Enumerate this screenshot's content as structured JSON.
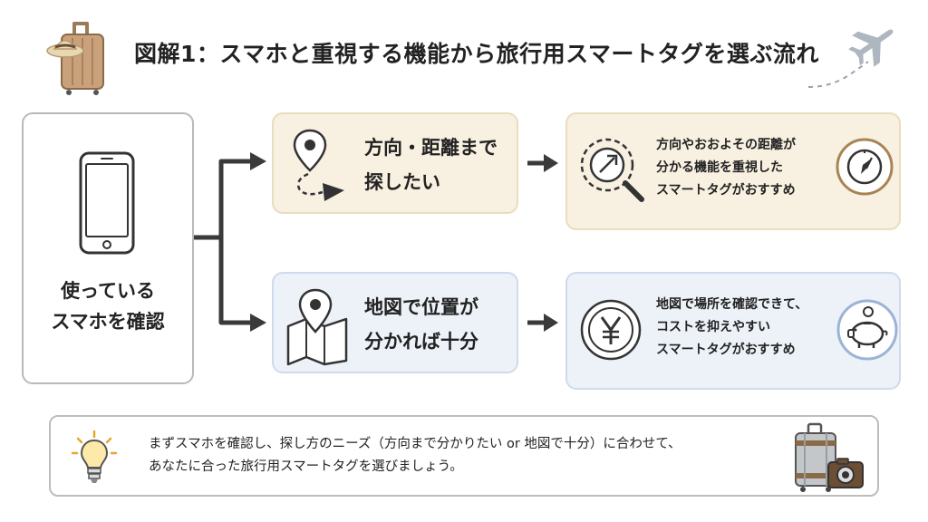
{
  "title": "図解1：スマホと重視する機能から旅行用スマートタグを選ぶ流れ",
  "start": {
    "line1": "使っている",
    "line2": "スマホを確認"
  },
  "needs": [
    {
      "line1": "方向・距離まで",
      "line2": "探したい"
    },
    {
      "line1": "地図で位置が",
      "line2": "分かれば十分"
    }
  ],
  "recommendations": [
    {
      "line1": "方向やおおよその距離が",
      "line2": "分かる機能を重視した",
      "line3": "スマートタグがおすすめ"
    },
    {
      "line1": "地図で場所を確認できて、",
      "line2": "コストを抑えやすい",
      "line3": "スマートタグがおすすめ"
    }
  ],
  "note": {
    "line1": "まずスマホを確認し、探し方のニーズ（方向まで分かりたい or 地図で十分）に合わせて、",
    "line2": "あなたに合った旅行用スマートタグを選びましょう。"
  },
  "icons": {
    "title_left": "suitcase-hat-icon",
    "title_right": "airplane-icon",
    "phone": "smartphone-icon",
    "need_1": "location-pin-arrow-icon",
    "need_2": "map-pin-icon",
    "rec_1": "magnifier-arrow-icon",
    "rec_1_badge": "compass-icon",
    "rec_2": "yen-coin-icon",
    "rec_2_badge": "piggy-bank-icon",
    "note_left": "lightbulb-icon",
    "note_right": "luggage-camera-icon"
  },
  "colors": {
    "warm_bg": "#f8f0e0",
    "cool_bg": "#edf2f9",
    "arrow": "#3a3a3a",
    "compass_ring": "#a88455",
    "piggy_ring": "#9bb3d6"
  }
}
